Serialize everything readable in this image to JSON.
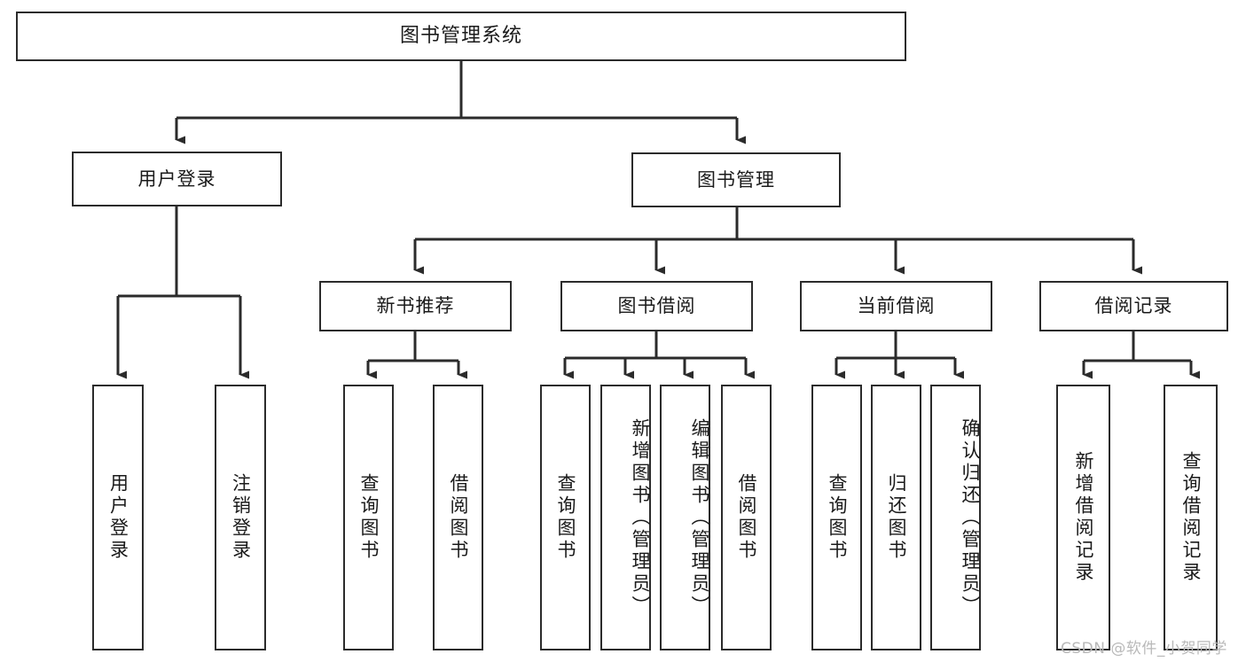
{
  "diagram": {
    "type": "tree",
    "title": "图书管理系统",
    "orientation": "top-down",
    "colors": {
      "box_border": "#2b2b2b",
      "box_fill": "#ffffff",
      "line": "#2b2b2b",
      "text": "#1a1a1a",
      "watermark": "#b9b9b9"
    },
    "nodes": {
      "root": {
        "label": "图书管理系统",
        "level": 0
      },
      "l1": [
        {
          "id": "user-login",
          "label": "用户登录"
        },
        {
          "id": "book-manage",
          "label": "图书管理"
        }
      ],
      "l2": [
        {
          "id": "new-book-recommend",
          "label": "新书推荐",
          "parent": "book-manage"
        },
        {
          "id": "book-borrow",
          "label": "图书借阅",
          "parent": "book-manage"
        },
        {
          "id": "current-borrow",
          "label": "当前借阅",
          "parent": "book-manage"
        },
        {
          "id": "borrow-record",
          "label": "借阅记录",
          "parent": "book-manage"
        }
      ],
      "leaves": {
        "user-login": [
          {
            "id": "leaf-user-login",
            "label": "用户登录"
          },
          {
            "id": "leaf-user-logout",
            "label": "注销登录"
          }
        ],
        "new-book-recommend": [
          {
            "id": "leaf-query-book-1",
            "label": "查询图书"
          },
          {
            "id": "leaf-borrow-book-1",
            "label": "借阅图书"
          }
        ],
        "book-borrow": [
          {
            "id": "leaf-query-book-2",
            "label": "查询图书"
          },
          {
            "id": "leaf-add-book",
            "label": "新增图书（管理员）"
          },
          {
            "id": "leaf-edit-book",
            "label": "编辑图书（管理员）"
          },
          {
            "id": "leaf-borrow-book-2",
            "label": "借阅图书"
          }
        ],
        "current-borrow": [
          {
            "id": "leaf-query-book-3",
            "label": "查询图书"
          },
          {
            "id": "leaf-return-book",
            "label": "归还图书"
          },
          {
            "id": "leaf-confirm-return",
            "label": "确认归还（管理员）"
          }
        ],
        "borrow-record": [
          {
            "id": "leaf-add-record",
            "label": "新增借阅记录"
          },
          {
            "id": "leaf-query-record",
            "label": "查询借阅记录"
          }
        ]
      }
    },
    "watermark": "CSDN @软件_小贺同学"
  }
}
